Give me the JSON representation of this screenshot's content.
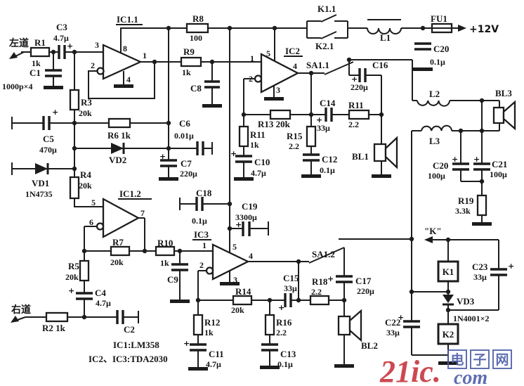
{
  "colors": {
    "ink": "#1c1c1c",
    "bg": "#ffffff",
    "watermark_red": "#c5303a",
    "watermark_blue": "#4a5ba6"
  },
  "sym": {
    "plus": "+"
  },
  "terminals": {
    "left": "左道",
    "right": "右道",
    "k": "\"K\"",
    "supply": "+12V"
  },
  "notes": {
    "line1": "IC1:LM358",
    "line2": "IC2、IC3:TDA2030"
  },
  "watermark": {
    "main": "21ic.",
    "boxed": [
      "电",
      "子",
      "网"
    ],
    "script": "com"
  },
  "opamps": {
    "ic11": "IC1.1",
    "ic12": "IC1.2",
    "ic2": "IC2",
    "ic3": "IC3"
  },
  "pins": {
    "ic11_3": "3",
    "ic11_2": "2",
    "ic11_8": "8",
    "ic11_1": "1",
    "ic11_4": "4",
    "ic12_5": "5",
    "ic12_6": "6",
    "ic12_7": "7",
    "ic2_1": "1",
    "ic2_2": "2",
    "ic2_5": "5",
    "ic2_4": "4",
    "ic2_3": "3",
    "ic3_1": "1",
    "ic3_2": "2",
    "ic3_5": "5",
    "ic3_4": "4",
    "ic3_3": "3"
  },
  "resistors": {
    "r1": "R1",
    "r1_v": "1k",
    "r2": "R2 1k",
    "r3": "R3",
    "r3_v": "20k",
    "r4": "R4",
    "r4_v": "20k",
    "r5": "R5",
    "r5_v": "20k",
    "r6": "R6 1k",
    "r7": "R7",
    "r7_v": "20k",
    "r8": "R8",
    "r8_v": "100",
    "r9": "R9",
    "r9_v": "1k",
    "r10": "R10",
    "r10_v": "1k",
    "r11a": "R11",
    "r11a_v": "1k",
    "r11b": "R11",
    "r11b_v": "2.2",
    "r12": "R12",
    "r12_v": "1k",
    "r13": "R13 20k",
    "r14": "R14",
    "r14_v": "20k",
    "r15": "R15",
    "r15_v": "2.2",
    "r16": "R16",
    "r16_v": "2.2",
    "r18": "R18",
    "r18_v": "2.2",
    "r19": "R19",
    "r19_v": "3.3k"
  },
  "capacitors": {
    "c1": "C1",
    "c1_v": "1000p×4",
    "c2": "C2",
    "c3": "C3",
    "c3_v": "4.7μ",
    "c4": "C4",
    "c4_v": "4.7μ",
    "c5": "C5",
    "c5_v": "470μ",
    "c6": "C6",
    "c6_v": "0.01μ",
    "c7": "C7",
    "c7_v": "220μ",
    "c8": "C8",
    "c9": "C9",
    "c10": "C10",
    "c10_v": "4.7μ",
    "c11": "C11",
    "c11_v": "4.7μ",
    "c12": "C12",
    "c12_v": "0.1μ",
    "c13": "C13",
    "c13_v": "0.1μ",
    "c14": "C14",
    "c14_v": "33μ",
    "c15": "C15",
    "c15_v": "33μ",
    "c16": "C16",
    "c16_v": "220μ",
    "c17": "C17",
    "c17_v": "220μ",
    "c18": "C18",
    "c18_v": "0.1μ",
    "c19": "C19",
    "c19_v": "3300μ",
    "c20a": "C20",
    "c20a_v": "0.1μ",
    "c20b": "C20",
    "c20b_v": "100μ",
    "c21": "C21",
    "c21_v": "100μ",
    "c22": "C22",
    "c22_v": "33μ",
    "c23": "C23",
    "c23_v": "33μ"
  },
  "diodes": {
    "vd1": "VD1",
    "vd1_v": "1N4735",
    "vd2": "VD2",
    "vd3": "VD3",
    "vd3_v": "1N4001×2"
  },
  "inductors": {
    "l1": "L1",
    "l2": "L2",
    "l3": "L3"
  },
  "fuse": {
    "fu1": "FU1"
  },
  "relay_contacts": {
    "k11": "K1.1",
    "k21": "K2.1"
  },
  "relays": {
    "k1": "K1",
    "k2": "K2"
  },
  "switches": {
    "sa11": "SA1.1",
    "sa12": "SA1.2"
  },
  "speakers": {
    "bl1": "BL1",
    "bl2": "BL2",
    "bl3": "BL3"
  }
}
